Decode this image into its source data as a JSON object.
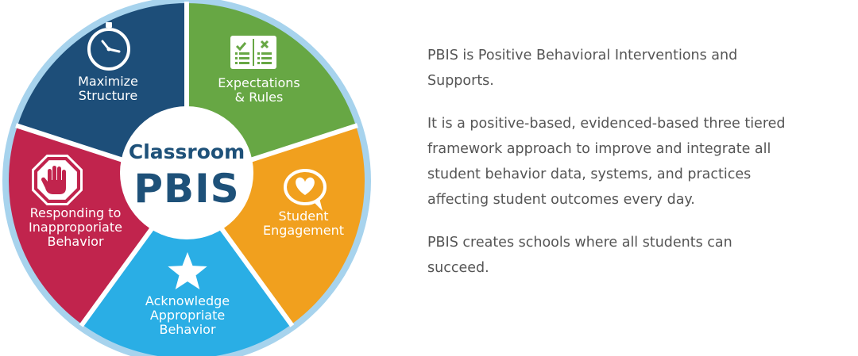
{
  "diagram": {
    "center": {
      "title_small": "Classroom",
      "title_big": "PBIS"
    },
    "segments": [
      {
        "id": "maximize-structure",
        "lines": [
          "Maximize",
          "Structure"
        ],
        "color": "#1d4e79",
        "icon": "clock-icon"
      },
      {
        "id": "expectations-rules",
        "lines": [
          "Expectations",
          "& Rules"
        ],
        "color": "#67a744",
        "icon": "checklist-icon"
      },
      {
        "id": "student-engagement",
        "lines": [
          "Student",
          "Engagement"
        ],
        "color": "#f1a01e",
        "icon": "heart-speech-bubble-icon"
      },
      {
        "id": "acknowledge-appropriate-behavior",
        "lines": [
          "Acknowledge",
          "Appropriate",
          "Behavior"
        ],
        "color": "#2aaee5",
        "icon": "star-icon"
      },
      {
        "id": "responding-inappropriate-behavior",
        "lines": [
          "Responding to",
          "Inapproporiate",
          "Behavior"
        ],
        "color": "#c1244d",
        "icon": "stop-hand-icon"
      }
    ],
    "ring_color": "#a7d3ed"
  },
  "text": {
    "paragraphs": [
      "PBIS is  Positive Behavioral Interventions and\nSupports.",
      "It is a positive-based, evidenced-based three tiered\nframework approach to improve and integrate all\nstudent behavior data, systems, and practices\naffecting student outcomes every day.",
      "PBIS creates schools where all students can\nsucceed."
    ]
  }
}
